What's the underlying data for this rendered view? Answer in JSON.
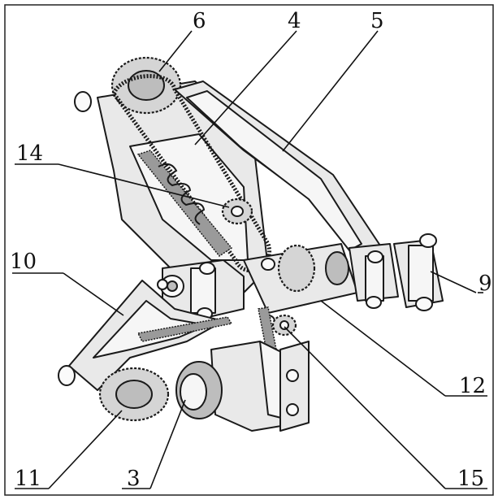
{
  "labels": {
    "l6": "6",
    "l4": "4",
    "l5": "5",
    "l14": "14",
    "l10": "10",
    "l9": "9",
    "l12": "12",
    "l11": "11",
    "l3": "3",
    "l15": "15"
  },
  "colors": {
    "line": "#1a1a1a",
    "part_fill": "#e9e9e9",
    "part_shade": "#bdbdbd",
    "background": "#ffffff"
  }
}
